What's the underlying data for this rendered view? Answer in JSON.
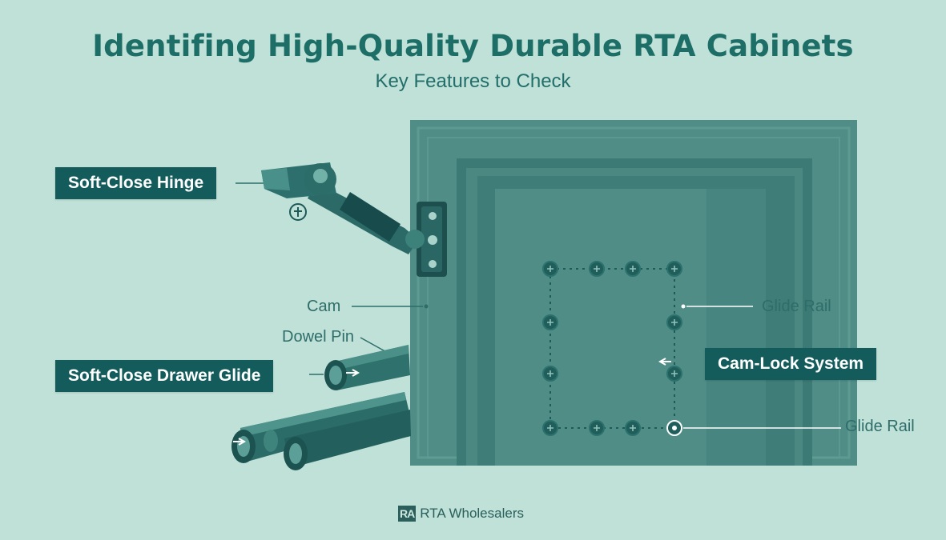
{
  "title": "Identifing High-Quality Durable RTA Cabinets",
  "subtitle": "Key Features to Check",
  "tags": {
    "soft_close_hinge": "Soft-Close Hinge",
    "soft_close_drawer_glide": "Soft-Close Drawer Glide",
    "cam_lock_system": "Cam-Lock System"
  },
  "callouts": {
    "cam": "Cam",
    "dowel_pin": "Dowel Pin",
    "glide_rail_upper": "Glide Rail",
    "glide_rail_lower": "Glide Rail"
  },
  "brand": {
    "mark": "RA",
    "name": "RTA Wholesalers"
  },
  "colors": {
    "background": "#bfe1d7",
    "accent": "#145c5c",
    "cabinet": "#4f8d86"
  }
}
